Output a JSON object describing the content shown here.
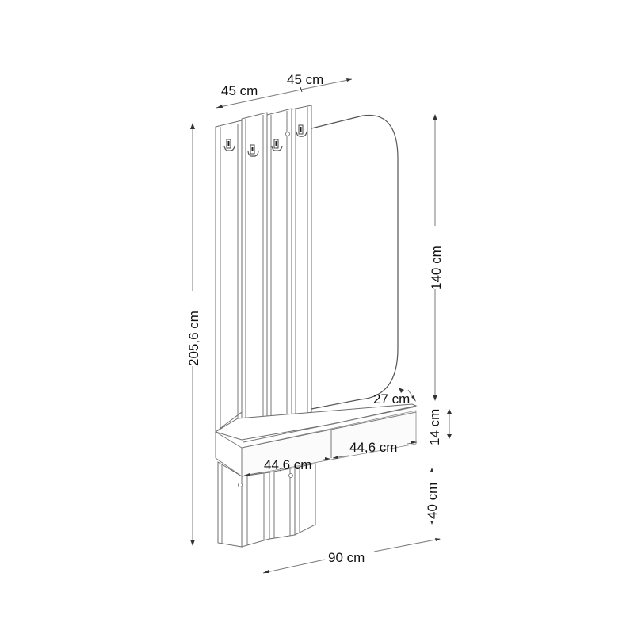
{
  "diagram": {
    "type": "furniture-dimension-drawing",
    "subject": "Wall-mounted hallway coat rack with mirror, hooks and two-drawer shelf",
    "colors": {
      "background": "#ffffff",
      "lines": "#6e6e6e",
      "dimension_lines": "#7a7a7a",
      "text": "#111111"
    },
    "components": {
      "upper_slats": 4,
      "hooks": 4,
      "mirror": "rounded right-corner mirror panel",
      "drawers": 2,
      "lower_slats": 4
    },
    "dimensions": {
      "top_width_left": "45 cm",
      "top_width_right": "45 cm",
      "total_height": "205,6 cm",
      "mirror_height": "140 cm",
      "shelf_depth": "27 cm",
      "drawer_height": "14 cm",
      "drawer_width_left": "44,6 cm",
      "drawer_width_right": "44,6 cm",
      "lower_height": "40 cm",
      "total_width": "90 cm"
    }
  }
}
